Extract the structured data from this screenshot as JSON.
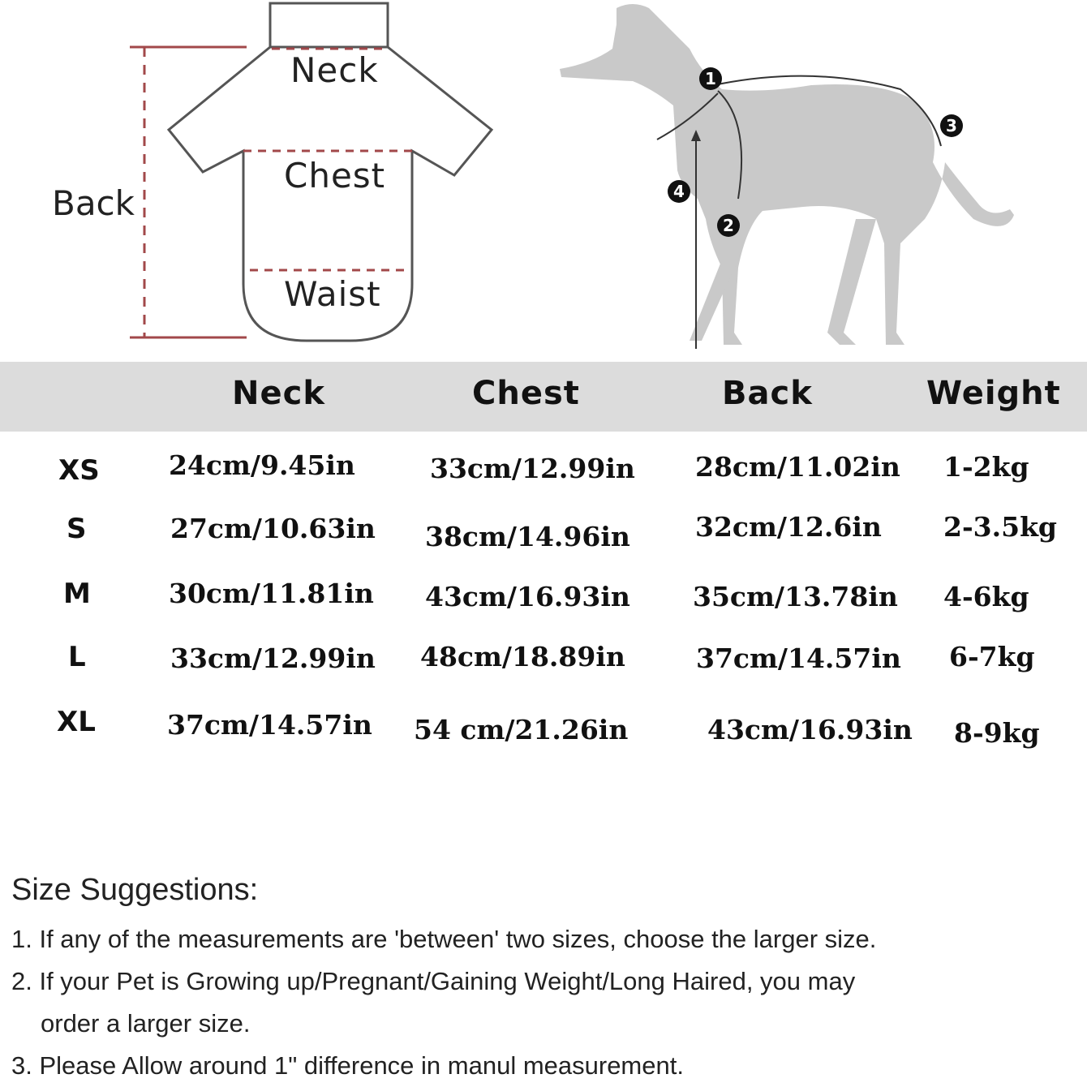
{
  "shirt_diagram": {
    "neck_label": "Neck",
    "chest_label": "Chest",
    "waist_label": "Waist",
    "back_label": "Back"
  },
  "dog_diagram": {
    "markers": [
      "1",
      "2",
      "3",
      "4"
    ]
  },
  "table": {
    "headers": [
      "Neck",
      "Chest",
      "Back",
      "Weight"
    ],
    "rows": [
      {
        "size": "XS",
        "neck": "24cm/9.45in",
        "chest": "33cm/12.99in",
        "back": "28cm/11.02in",
        "weight": "1-2kg"
      },
      {
        "size": "S",
        "neck": "27cm/10.63in",
        "chest": "38cm/14.96in",
        "back": "32cm/12.6in",
        "weight": "2-3.5kg"
      },
      {
        "size": "M",
        "neck": "30cm/11.81in",
        "chest": "43cm/16.93in",
        "back": "35cm/13.78in",
        "weight": "4-6kg"
      },
      {
        "size": "L",
        "neck": "33cm/12.99in",
        "chest": "48cm/18.89in",
        "back": "37cm/14.57in",
        "weight": "6-7kg"
      },
      {
        "size": "XL",
        "neck": "37cm/14.57in",
        "chest": "54 cm/21.26in",
        "back": "43cm/16.93in",
        "weight": "8-9kg"
      }
    ]
  },
  "suggestions": {
    "title": "Size Suggestions:",
    "items": [
      "1. If any of the measurements are 'between' two sizes, choose the larger size.",
      "2. If your Pet is Growing up/Pregnant/Gaining Weight/Long Haired, you may",
      "order a larger size.",
      "3. Please Allow around 1\" difference in manul measurement."
    ]
  },
  "colors": {
    "header_band": "#dcdcdc",
    "dashed_line": "#a2484a",
    "dog_silhouette": "#c9c9c9"
  }
}
